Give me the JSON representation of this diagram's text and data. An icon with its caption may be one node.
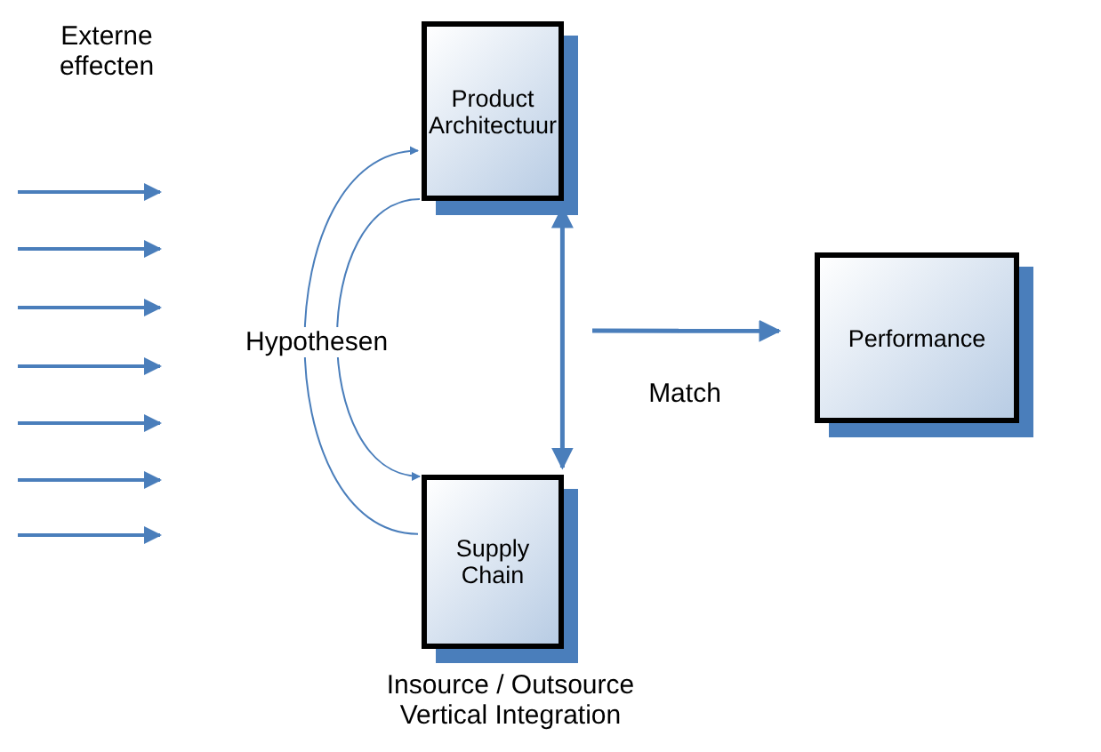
{
  "diagram": {
    "nodes": [
      {
        "text": [
          "Product Architectuur"
        ]
      },
      {
        "text": [
          "Supply Chain"
        ],
        "beside": [
          "Insource / Outsource Vertical Integration"
        ]
      },
      {
        "text": [
          "Performance"
        ]
      }
    ],
    "edges": [
      {
        "from": 0,
        "to": 1,
        "arrow": "both",
        "style": "thick"
      },
      {
        "from": 1,
        "to": 0,
        "arrow": "to"
      },
      {
        "from": 0,
        "to": 1,
        "arrow": "to"
      },
      {
        "from": null,
        "to": 2,
        "arrow": "to",
        "label": "Match",
        "style": "thick"
      }
    ],
    "labels": [
      "Externe effecten",
      "Hypothesen"
    ]
  }
}
